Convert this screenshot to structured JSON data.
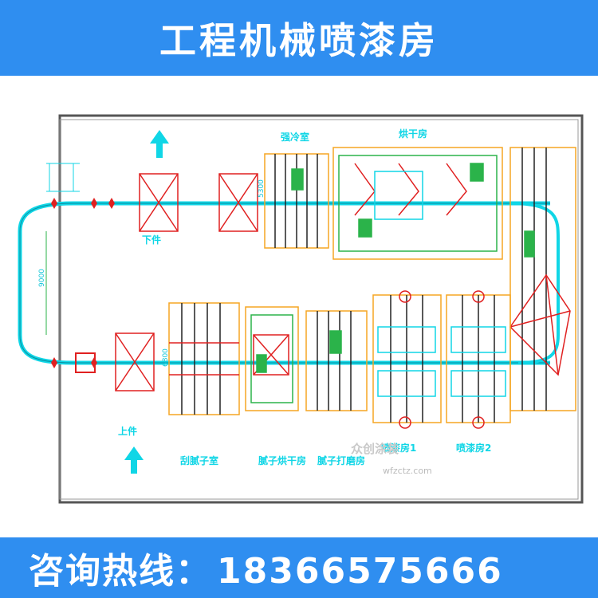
{
  "header": {
    "title": "工程机械喷漆房"
  },
  "footer": {
    "hotline_label": "咨询热线：",
    "phone": "18366575666"
  },
  "diagram": {
    "labels": {
      "cooling": "强冷室",
      "drying": "烘干房",
      "unload": "下件",
      "load": "上件",
      "putty_prep": "刮腻子室",
      "putty_dry": "腻子烘干房",
      "putty_sand": "腻子打磨房",
      "spray_1": "喷漆房1",
      "spray_2": "喷漆房2"
    },
    "dimensions": {
      "d1": "5300",
      "d2": "9000",
      "d3": "6800"
    },
    "watermark": {
      "text": "众创涂装",
      "url": "wfzctz.com"
    },
    "colors": {
      "cyan": "#10d6e6",
      "red": "#e02020",
      "orange": "#f5a623",
      "green": "#2bb34a",
      "blue": "#2f8ef0",
      "black": "#222222"
    }
  }
}
